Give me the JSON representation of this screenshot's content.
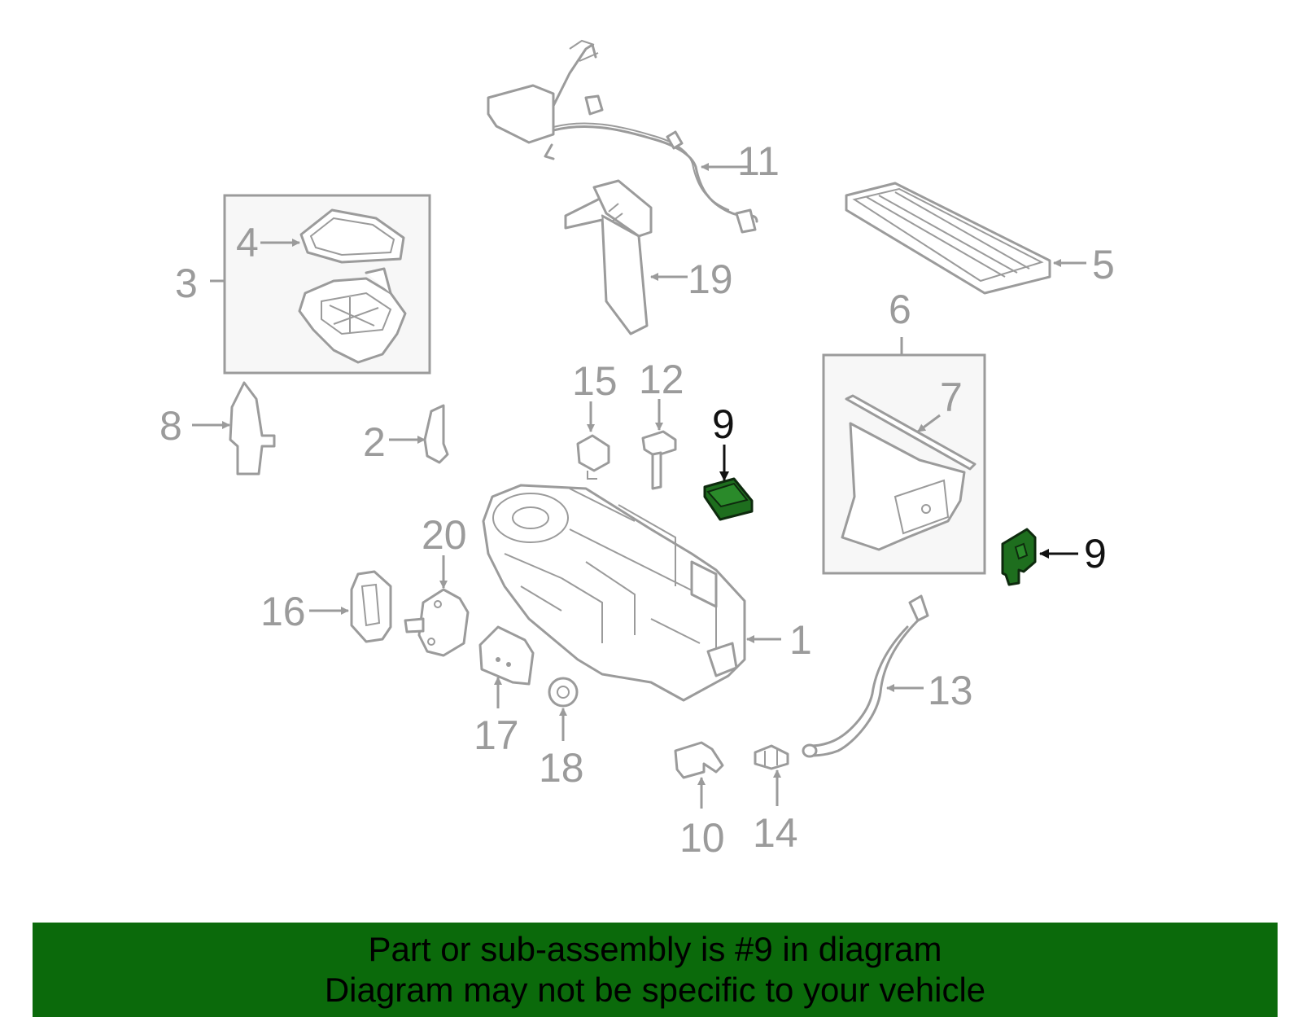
{
  "diagram": {
    "callouts": {
      "c1": "1",
      "c2": "2",
      "c3": "3",
      "c4": "4",
      "c5": "5",
      "c6": "6",
      "c7": "7",
      "c8": "8",
      "c9a": "9",
      "c9b": "9",
      "c10": "10",
      "c11": "11",
      "c12": "12",
      "c13": "13",
      "c14": "14",
      "c15": "15",
      "c16": "16",
      "c17": "17",
      "c18": "18",
      "c19": "19",
      "c20": "20"
    },
    "highlight_color": "#1e6e1e",
    "line_color": "#9b9b9b"
  },
  "banner": {
    "line1": "Part or sub-assembly is #9 in diagram",
    "line2": "Diagram may not be specific to your vehicle",
    "background": "#0b6a0b"
  }
}
